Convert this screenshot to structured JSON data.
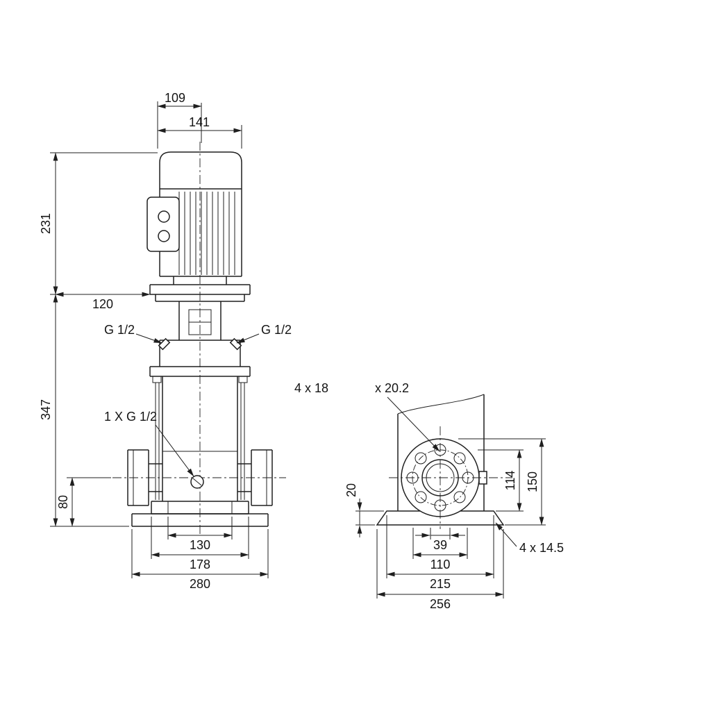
{
  "figure": {
    "background_color": "#ffffff",
    "line_color": "#1f1f1f",
    "description": "Dimensional outline drawing of a vertical multistage centrifugal pump, front view and side/flange view"
  },
  "drawing": {
    "front_view": {
      "dims": {
        "motor_cap_width": "109",
        "motor_width": "141",
        "motor_height": "231",
        "flange_offset": "120",
        "pump_body_height": "347",
        "port_center_height": "80",
        "base_width_inner": "130",
        "base_width_mid": "178",
        "base_width_outer": "280"
      },
      "labels": {
        "port_left": "G 1/2",
        "port_right": "G 1/2",
        "drain_port": "1 X G 1/2"
      }
    },
    "side_view": {
      "dims": {
        "base_plate_thickness": "20",
        "flange_center_height": "114",
        "flange_top_height": "150",
        "port_bore_width": "39",
        "base_hole_spacing": "110",
        "base_top_width": "215",
        "base_bottom_width": "256"
      },
      "labels": {
        "flange_holes": "4 x 18",
        "flange_holes_cbore": "x 20.2",
        "base_holes": "4 x 14.5"
      }
    }
  }
}
